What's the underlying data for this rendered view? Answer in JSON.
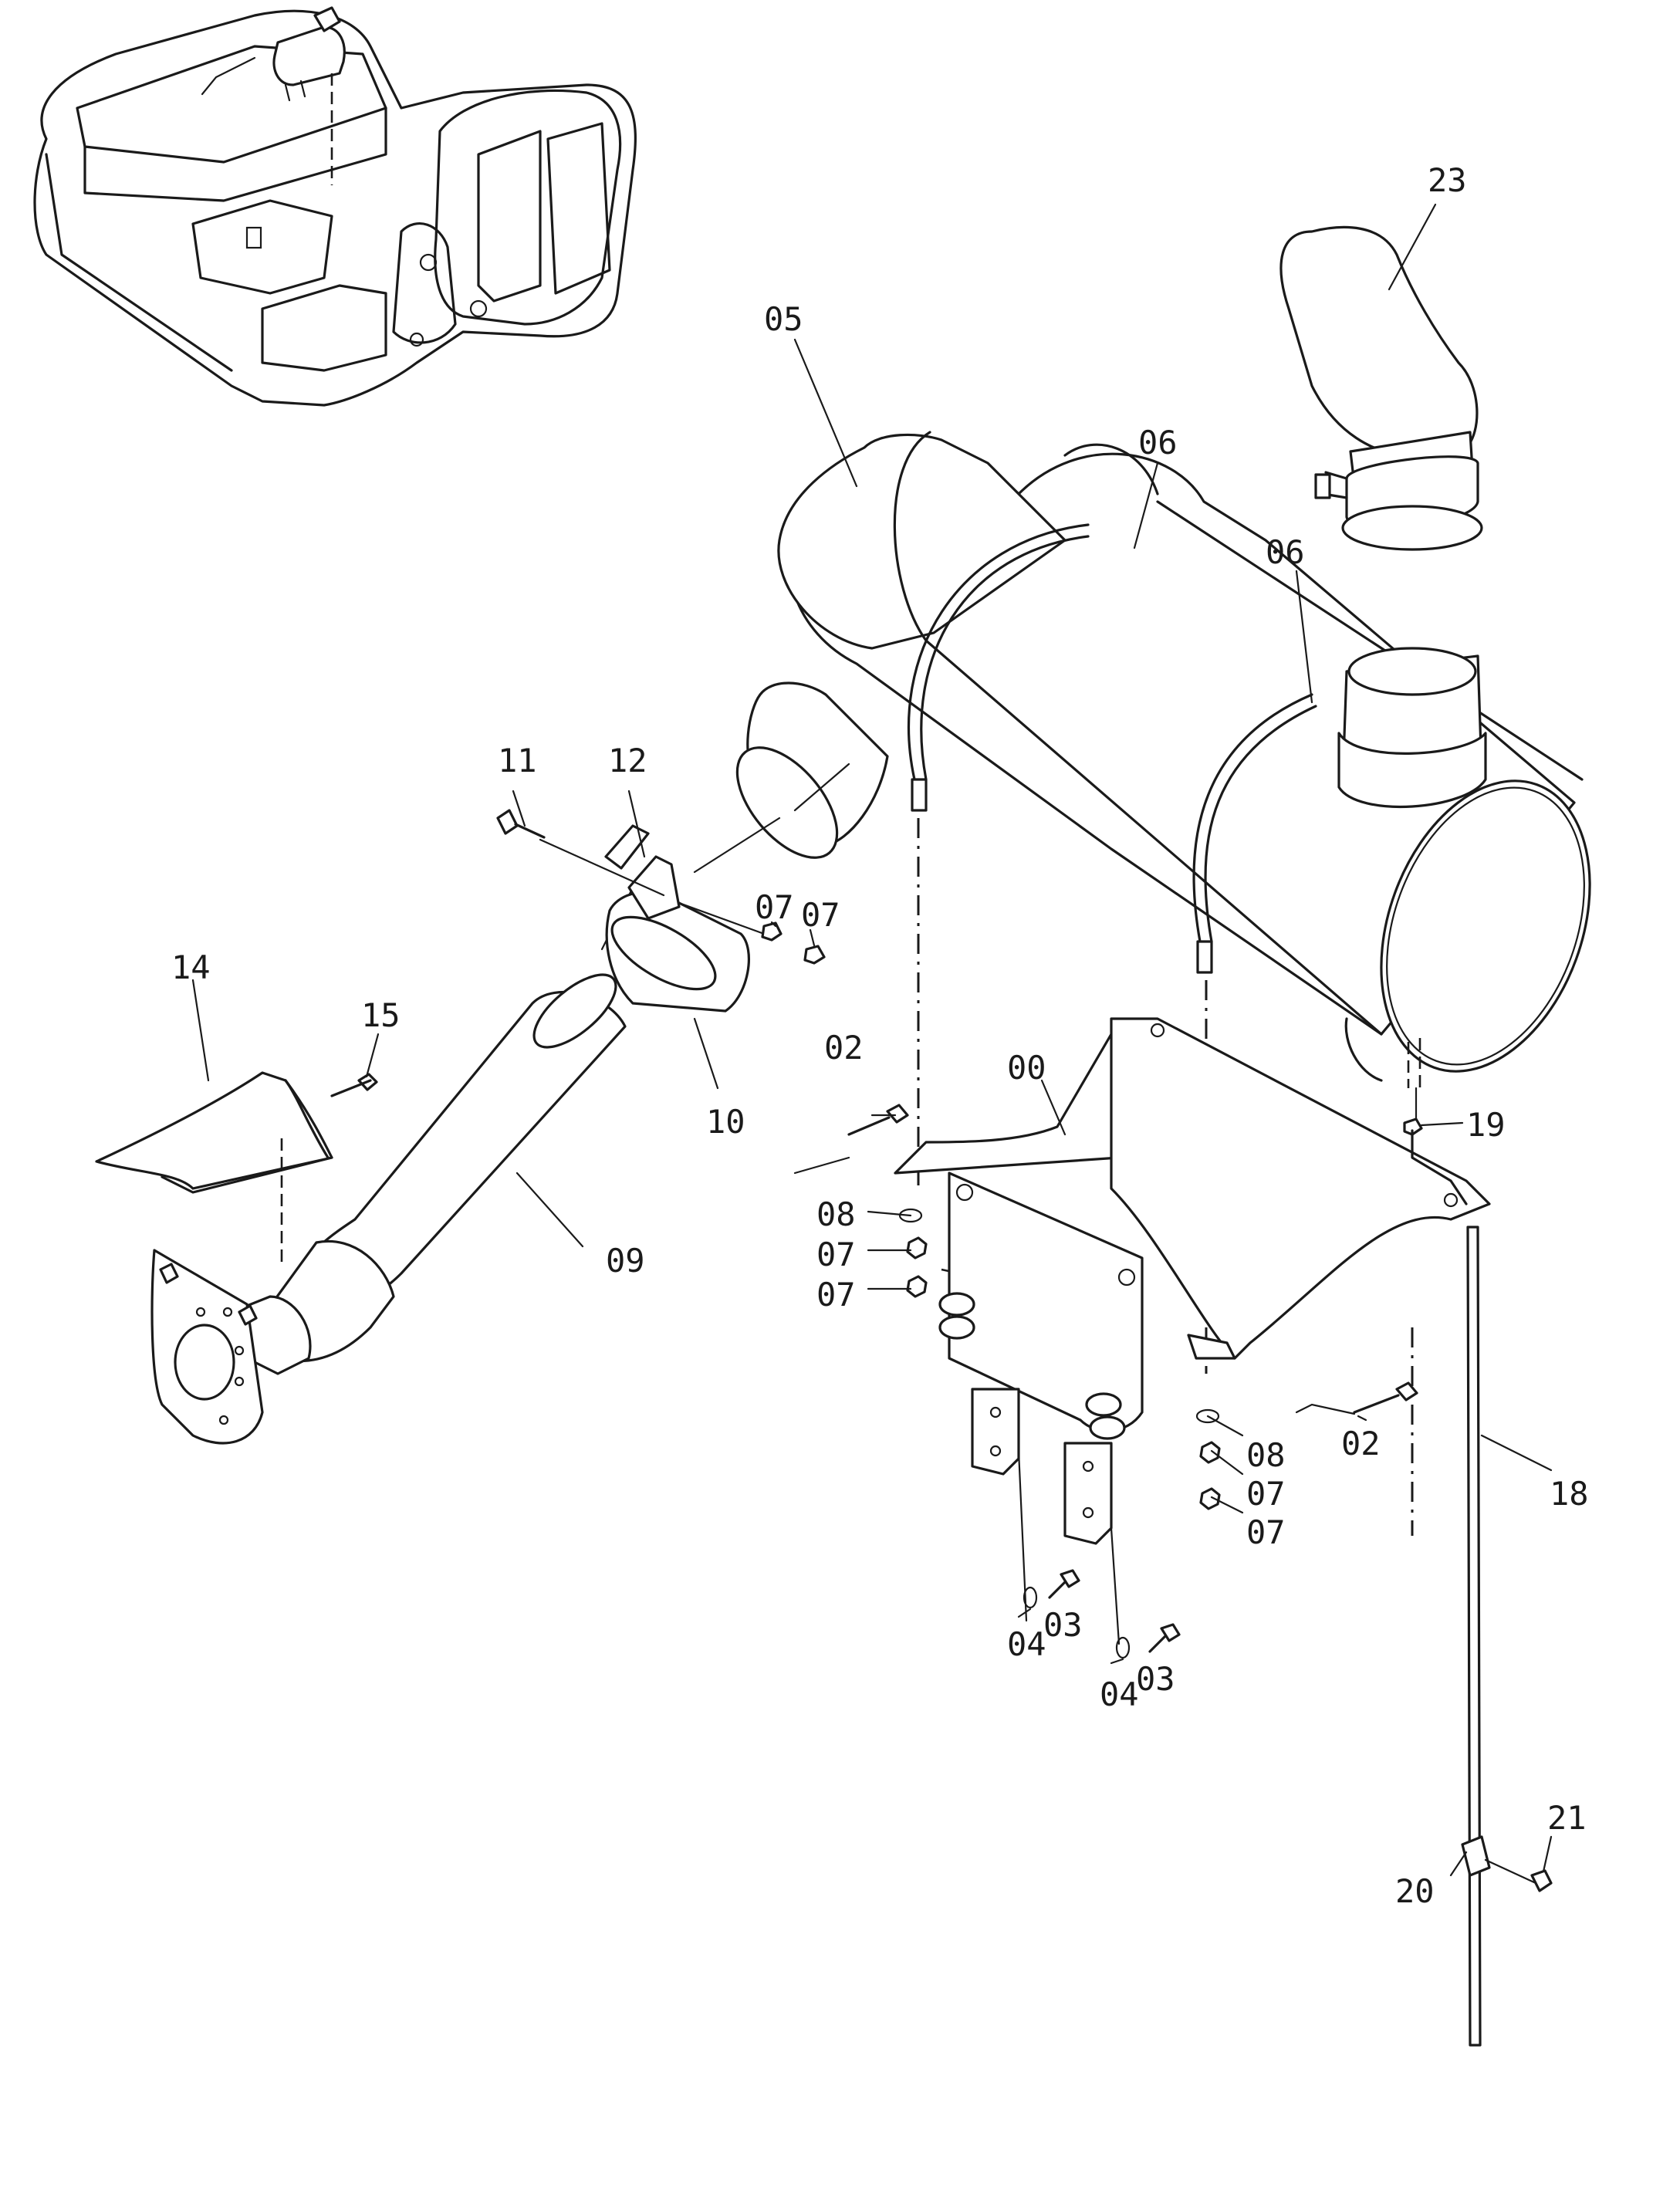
{
  "diagram": {
    "callouts": [
      {
        "id": "c23",
        "text": "23"
      },
      {
        "id": "c05",
        "text": "05"
      },
      {
        "id": "c06a",
        "text": "06"
      },
      {
        "id": "c06b",
        "text": "06"
      },
      {
        "id": "c11",
        "text": "11"
      },
      {
        "id": "c12",
        "text": "12"
      },
      {
        "id": "c07a",
        "text": "07"
      },
      {
        "id": "c07b",
        "text": "07"
      },
      {
        "id": "c14",
        "text": "14"
      },
      {
        "id": "c15",
        "text": "15"
      },
      {
        "id": "c10",
        "text": "10"
      },
      {
        "id": "c02a",
        "text": "02"
      },
      {
        "id": "c00",
        "text": "00"
      },
      {
        "id": "c19",
        "text": "19"
      },
      {
        "id": "c08a",
        "text": "08"
      },
      {
        "id": "c07c",
        "text": "07"
      },
      {
        "id": "c07d",
        "text": "07"
      },
      {
        "id": "c09",
        "text": "09"
      },
      {
        "id": "c02b",
        "text": "02"
      },
      {
        "id": "c08b",
        "text": "08"
      },
      {
        "id": "c07e",
        "text": "07"
      },
      {
        "id": "c07f",
        "text": "07"
      },
      {
        "id": "c18",
        "text": "18"
      },
      {
        "id": "c04a",
        "text": "04"
      },
      {
        "id": "c03a",
        "text": "03"
      },
      {
        "id": "c04b",
        "text": "04"
      },
      {
        "id": "c03b",
        "text": "03"
      },
      {
        "id": "c21",
        "text": "21"
      },
      {
        "id": "c20",
        "text": "20"
      }
    ]
  }
}
